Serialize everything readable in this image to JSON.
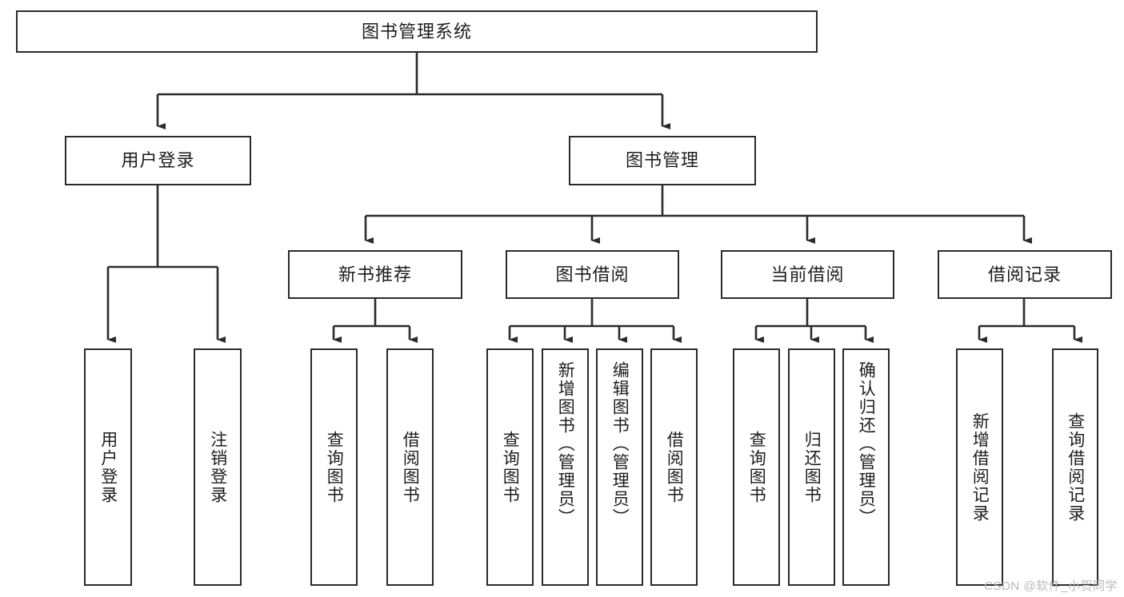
{
  "diagram": {
    "title": "图书管理系统",
    "type": "tree-hierarchy-chart",
    "root": {
      "label": "图书管理系统"
    },
    "level2": [
      {
        "label": "用户登录"
      },
      {
        "label": "图书管理"
      }
    ],
    "level3": [
      {
        "label": "新书推荐"
      },
      {
        "label": "图书借阅"
      },
      {
        "label": "当前借阅"
      },
      {
        "label": "借阅记录"
      }
    ],
    "leaves": {
      "user_login": [
        {
          "label": "用户登录"
        },
        {
          "label": "注销登录"
        }
      ],
      "new_book_recommend": [
        {
          "label": "查询图书"
        },
        {
          "label": "借阅图书"
        }
      ],
      "book_borrow": [
        {
          "label": "查询图书"
        },
        {
          "label": "新增图书（管理员）"
        },
        {
          "label": "编辑图书（管理员）"
        },
        {
          "label": "借阅图书"
        }
      ],
      "current_borrow": [
        {
          "label": "查询图书"
        },
        {
          "label": "归还图书"
        },
        {
          "label": "确认归还（管理员）"
        }
      ],
      "borrow_record": [
        {
          "label": "新增借阅记录"
        },
        {
          "label": "查询借阅记录"
        }
      ]
    }
  },
  "watermark": {
    "text": "CSDN @软件_小贺同学"
  },
  "colors": {
    "border": "#2b2b2b",
    "text": "#1d1d1d",
    "background": "#ffffff",
    "watermark": "#b9b9b9"
  }
}
